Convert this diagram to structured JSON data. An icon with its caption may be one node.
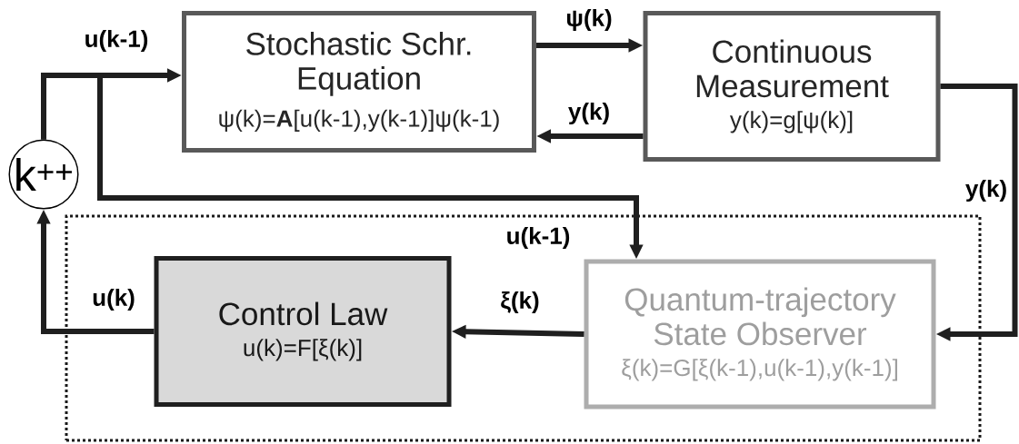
{
  "diagram": {
    "nodes": [
      {
        "text": [
          "Stochastic Schr. Equation",
          "ψ(k)=**A**[u(k-1),y(k-1)]ψ(k-1)"
        ]
      },
      {
        "text": [
          "Continuous Measurement",
          "y(k)=g[ψ(k)]"
        ]
      },
      {
        "text": [],
        "shape": "box"
      },
      {
        "text": [
          "Control Law",
          "u(k)=F[ξ(k)]"
        ],
        "in": 2
      },
      {
        "text": [
          "Quantum-trajectory State Observer",
          "ξ(k)=G[ξ(k-1),u(k-1),y(k-1)]"
        ],
        "in": 2
      },
      {
        "text": [
          "k$^{++}$"
        ]
      }
    ],
    "edges": [
      {
        "from": 0,
        "to": 1,
        "arrow": "to",
        "label": "ψ(k)"
      },
      {
        "from": 1,
        "to": 0,
        "arrow": "to",
        "label": "y(k)"
      },
      {
        "from": 1,
        "to": 4,
        "arrow": "to",
        "label": "y(k)"
      },
      {
        "from": 4,
        "to": 3,
        "arrow": "to",
        "label": "ξ(k)"
      },
      {
        "from": 3,
        "to": 5,
        "arrow": "to",
        "label": "u(k)"
      },
      {
        "from": 5,
        "to": 0,
        "arrow": "to",
        "label": "u(k-1)"
      },
      {
        "from": 5,
        "to": 4,
        "arrow": "to",
        "label": "u(k-1)"
      }
    ]
  }
}
